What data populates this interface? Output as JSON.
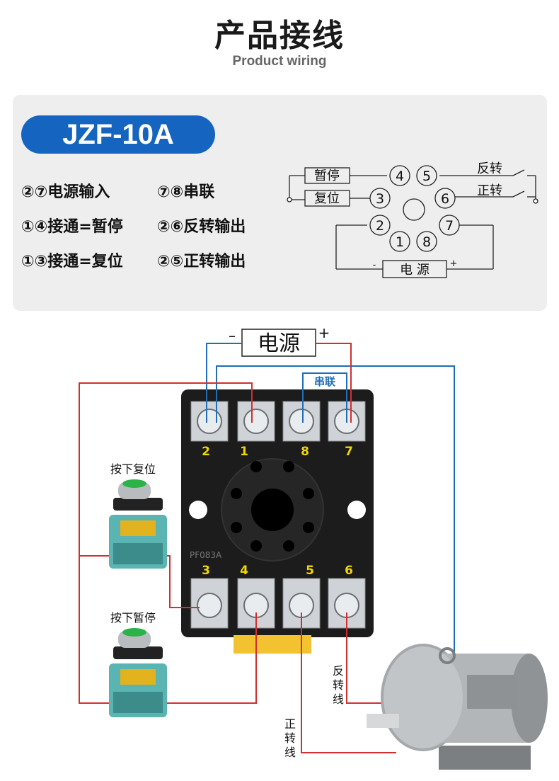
{
  "header": {
    "title": "产品接线",
    "subtitle": "Product wiring"
  },
  "model": "JZF-10A",
  "rules": [
    "②⑦电源输入",
    "⑦⑧串联",
    "①④接通=暂停",
    "②⑥反转输出",
    "①③接通=复位",
    "②⑤正转输出"
  ],
  "schematic": {
    "pause_label": "暂停",
    "reset_label": "复位",
    "reverse_label": "反转",
    "forward_label": "正转",
    "power_label": "电 源",
    "minus": "-",
    "plus": "+",
    "pins": [
      "4",
      "5",
      "3",
      "6",
      "2",
      "7",
      "1",
      "8"
    ]
  },
  "wiring": {
    "power_label": "电源",
    "minus": "–",
    "plus": "+",
    "series_label": "串联",
    "top_terminals": [
      "2",
      "1",
      "8",
      "7"
    ],
    "bottom_terminals": [
      "3",
      "4",
      "5",
      "6"
    ],
    "socket_marking": "PF083A",
    "reset_button_label": "按下复位",
    "pause_button_label": "按下暂停",
    "reverse_wire_label": "反转线",
    "forward_wire_label": "正转线"
  },
  "colors": {
    "accent": "#1565c0",
    "wire_red": "#d32f2f",
    "wire_blue": "#1e6fb8",
    "terminal_label": "#f2d600"
  }
}
